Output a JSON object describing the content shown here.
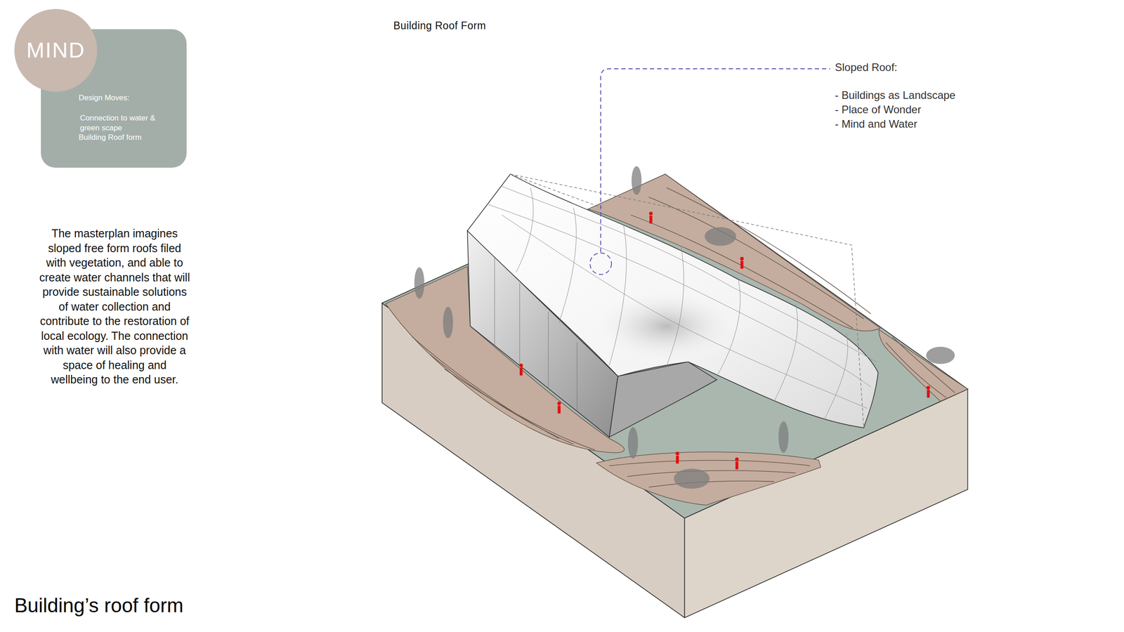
{
  "diagram": {
    "title": "Building’s roof form",
    "nodes": [
      {
        "text": [
          "MIND"
        ]
      },
      {
        "text": [
          "Design Moves:",
          "Connection to water & green scape",
          "Building Roof form"
        ]
      }
    ],
    "labels": [
      "Building Roof Form",
      "The masterplan imagines sloped free form roofs filed with vegetation, and able to create water channels that will provide sustainable solutions of water collection and contribute to the restoration of local ecology. The connection with water will also provide a space of healing and wellbeing to the end user.",
      "Sloped Roof:",
      "- Buildings as Landscape",
      "- Place of Wonder",
      "- Mind and Water"
    ]
  }
}
